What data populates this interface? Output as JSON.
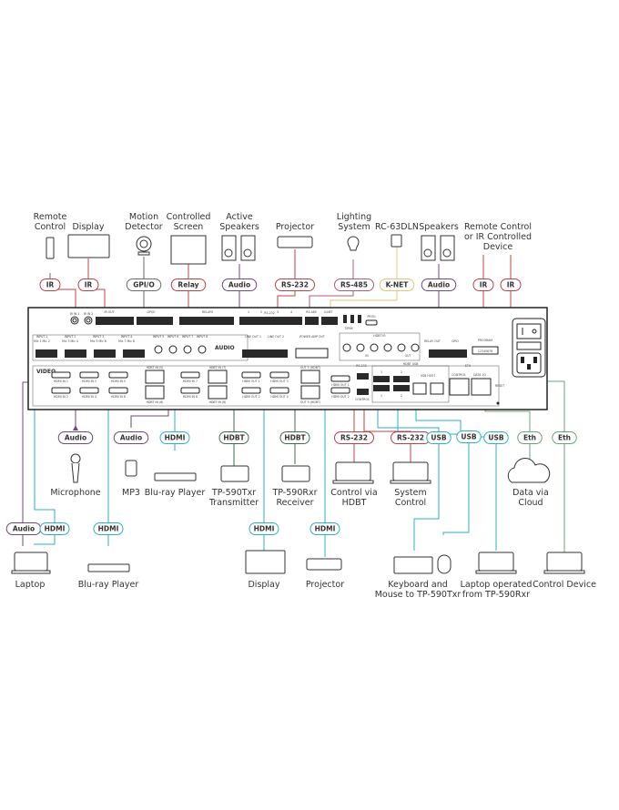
{
  "title": "Kramer matrix switcher connection diagram",
  "colors": {
    "ir": "#c0404a",
    "audio": "#6e4a82",
    "hdmi": "#2ab3c6",
    "hdbt": "#3f6e4f",
    "rs232": "#c0404a",
    "rs485": "#b05a78",
    "knet": "#e2c67a",
    "usb": "#2ab3c6",
    "eth": "#6aa57a",
    "gpio": "#6b6b6b",
    "relay": "#c0404a",
    "device_stroke": "#333333"
  },
  "top_devices": [
    {
      "id": "remote-control",
      "label": [
        "Remote",
        "Control"
      ],
      "signal": "IR"
    },
    {
      "id": "display-top",
      "label": [
        "Display"
      ],
      "signal": "IR"
    },
    {
      "id": "motion-detector",
      "label": [
        "Motion",
        "Detector"
      ],
      "signal": "GPI/O"
    },
    {
      "id": "controlled-screen",
      "label": [
        "Controlled",
        "Screen"
      ],
      "signal": "Relay"
    },
    {
      "id": "active-speakers",
      "label": [
        "Active",
        "Speakers"
      ],
      "signal": "Audio"
    },
    {
      "id": "projector-top",
      "label": [
        "Projector"
      ],
      "signal": "RS-232"
    },
    {
      "id": "lighting-system",
      "label": [
        "Lighting",
        "System"
      ],
      "signal": "RS-485"
    },
    {
      "id": "rc-63dln",
      "label": [
        "RC-63DLN"
      ],
      "signal": "K-NET"
    },
    {
      "id": "speakers",
      "label": [
        "Speakers"
      ],
      "signal": "Audio"
    },
    {
      "id": "ir-controlled-device",
      "label": [
        "Remote Control",
        "or IR Controlled",
        "Device"
      ],
      "signals": [
        "IR",
        "IR"
      ]
    }
  ],
  "mid_devices": [
    {
      "id": "microphone",
      "label": [
        "Microphone"
      ],
      "signal": "Audio"
    },
    {
      "id": "mp3",
      "label": [
        "MP3"
      ],
      "signal": "Audio"
    },
    {
      "id": "bluray-mid",
      "label": [
        "Blu-ray Player"
      ],
      "signal": "HDMI"
    },
    {
      "id": "tp590txr",
      "label": [
        "TP-590Txr",
        "Transmitter"
      ],
      "signal": "HDBT"
    },
    {
      "id": "tp590rxr",
      "label": [
        "TP-590Rxr",
        "Receiver"
      ],
      "signal": "HDBT"
    },
    {
      "id": "control-via-hdbt",
      "label": [
        "Control via",
        "HDBT"
      ],
      "signal": "RS-232"
    },
    {
      "id": "system-control",
      "label": [
        "System",
        "Control"
      ],
      "signal": "RS-232"
    },
    {
      "id": "data-via-cloud",
      "label": [
        "Data via",
        "Cloud"
      ],
      "signal": "Eth"
    }
  ],
  "mid_usb_pills": [
    "USB",
    "USB",
    "USB"
  ],
  "mid_eth_pill2": "Eth",
  "bottom_devices": [
    {
      "id": "laptop",
      "label": [
        "Laptop"
      ],
      "signals": [
        "Audio",
        "HDMI"
      ]
    },
    {
      "id": "bluray-bottom",
      "label": [
        "Blu-ray Player"
      ],
      "signal": "HDMI"
    },
    {
      "id": "display-bottom",
      "label": [
        "Display"
      ],
      "signal": "HDMI"
    },
    {
      "id": "projector-bottom",
      "label": [
        "Projector"
      ],
      "signal": "HDMI"
    },
    {
      "id": "keyboard-mouse",
      "label": [
        "Keyboard and",
        "Mouse to TP-590Txr"
      ]
    },
    {
      "id": "laptop-rxr",
      "label": [
        "Laptop operated",
        "from TP-590Rxr"
      ]
    },
    {
      "id": "control-device",
      "label": [
        "Control Device"
      ]
    }
  ],
  "panel": {
    "top_row": {
      "ir_in": [
        "IR IN 1",
        "IR IN 2"
      ],
      "ir_out": "IR OUT",
      "gpio": "GPI/O",
      "relays": "RELAYS",
      "rs232_nums": [
        "1",
        "2",
        "RS-232",
        "3",
        "4"
      ],
      "rs485": "RS-485",
      "knet": "K-NET",
      "switch_labels": [
        "ON/OFF",
        "ON/OFF",
        "ON/OFF"
      ],
      "term": "TERM",
      "prog": "PROG"
    },
    "audio_row": {
      "inputs": [
        "INPUT 1",
        "INPUT 2",
        "INPUT 3",
        "INPUT 4"
      ],
      "input_sub": [
        "Mic 1  Mic 2",
        "Mic 3  Mic 4",
        "Mic 5  Mic 6",
        "Mic 7  Mic 8"
      ],
      "rca_inputs": [
        "INPUT 5",
        "INPUT 6",
        "INPUT 7",
        "INPUT 8"
      ],
      "audio_label": "AUDIO",
      "line_out": [
        "LINE OUT 1",
        "LINE OUT 2"
      ],
      "power_amp": "POWER AMP OUT",
      "hdbt_ir": "HDBT IR",
      "hdbt_ir_nums": [
        "5",
        "6",
        "7",
        "8",
        "5",
        "6"
      ],
      "hdbt_ir_in": "IN",
      "hdbt_ir_out": "OUT",
      "gpio2": "GPIO",
      "relay_out": "RELAY OUT",
      "program": "PROGRAM",
      "program_digits": "12345678"
    },
    "video_row": {
      "video_label": "VIDEO",
      "hdmi_in": [
        "HDMI IN 1",
        "HDMI IN 2",
        "HDMI IN 3",
        "HDMI IN 4",
        "HDMI IN 5",
        "HDMI IN 6",
        "HDMI IN 7",
        "HDMI IN 8"
      ],
      "hdbt_in": [
        "HDBT IN (5)",
        "HDBT IN (6)",
        "HDBT IN (7)",
        "HDBT IN (8)"
      ],
      "hdmi_out": [
        "HDMI OUT 1",
        "HDMI OUT 2",
        "HDMI OUT 3",
        "HDMI OUT 4"
      ],
      "out5": [
        "OUT 5 (HDBT)",
        "OUT 5 (HDBT)"
      ],
      "hdmi_out_right": [
        "HDMI OUT 1",
        "HDMI OUT 2"
      ],
      "rs232_ctrl": "RS-232",
      "control": "CONTROL",
      "hdbt_usb": "HDBT USB",
      "usb_nums": [
        "1",
        "2",
        "1",
        "2"
      ],
      "usb_host": "USB HOST",
      "usb_host_nums": [
        "1",
        "2"
      ],
      "eth": "ETH",
      "eth_ports": [
        "CONTROL",
        "DATA 1G"
      ],
      "reset": "RESET"
    }
  }
}
